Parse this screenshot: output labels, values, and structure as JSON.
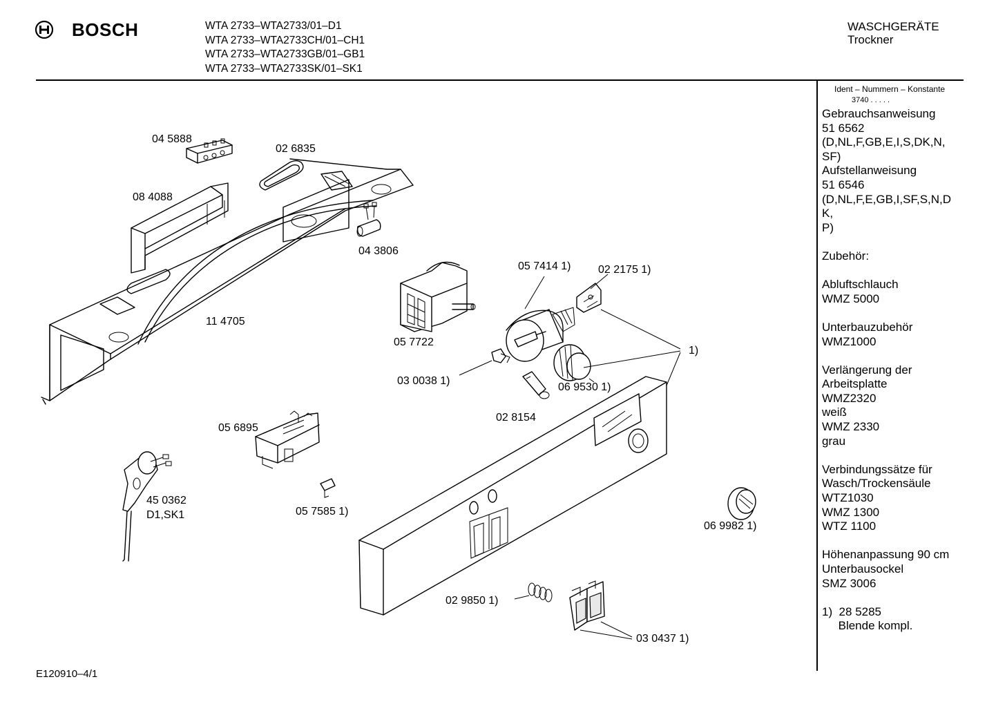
{
  "header": {
    "brand": "BOSCH",
    "models": [
      "WTA 2733–WTA2733/01–D1",
      "WTA 2733–WTA2733CH/01–CH1",
      "WTA 2733–WTA2733GB/01–GB1",
      "WTA 2733–WTA2733SK/01–SK1"
    ],
    "category": "WASCHGERÄTE",
    "subcategory": "Trockner"
  },
  "sidebar": {
    "ident_title": "Ident – Nummern – Konstante",
    "ident_value": "3740 .  .  .  .  .",
    "lines": [
      "Gebrauchsanweisung",
      "51 6562",
      "(D,NL,F,GB,E,I,S,DK,N,",
      "SF)",
      "Aufstellanweisung",
      "51 6546",
      "(D,NL,F,E,GB,I,SF,S,N,D",
      "K,",
      "P)",
      "",
      "Zubehör:",
      "",
      "Abluftschlauch",
      "WMZ 5000",
      "",
      "Unterbauzubehör",
      "WMZ1000",
      "",
      "Verlängerung der",
      "Arbeitsplatte",
      "WMZ2320",
      "weiß",
      "WMZ 2330",
      "grau",
      "",
      "Verbindungssätze für",
      "Wasch/Trockensäule",
      "WTZ1030",
      "WMZ 1300",
      "WTZ 1100",
      "",
      "Höhenanpassung 90 cm",
      "Unterbausockel",
      "SMZ 3006",
      "",
      "1)  28 5285",
      "     Blende kompl."
    ]
  },
  "parts": {
    "p045888": "04 5888",
    "p026835": "02 6835",
    "p084088": "08 4088",
    "p043806": "04 3806",
    "p114705": "11 4705",
    "p057722": "05 7722",
    "p057414": "05 7414 1)",
    "p022175": "02 2175 1)",
    "p_note": "1)",
    "p030038": "03 0038 1)",
    "p069530": "06 9530 1)",
    "p028154": "02 8154",
    "p056895": "05 6895",
    "p450362": "45 0362",
    "p450362b": "D1,SK1",
    "p057585": "05 7585 1)",
    "p069982": "06 9982 1)",
    "p029850": "02 9850 1)",
    "p030437": "03 0437 1)"
  },
  "footer": {
    "code": "E120910–4/1"
  }
}
